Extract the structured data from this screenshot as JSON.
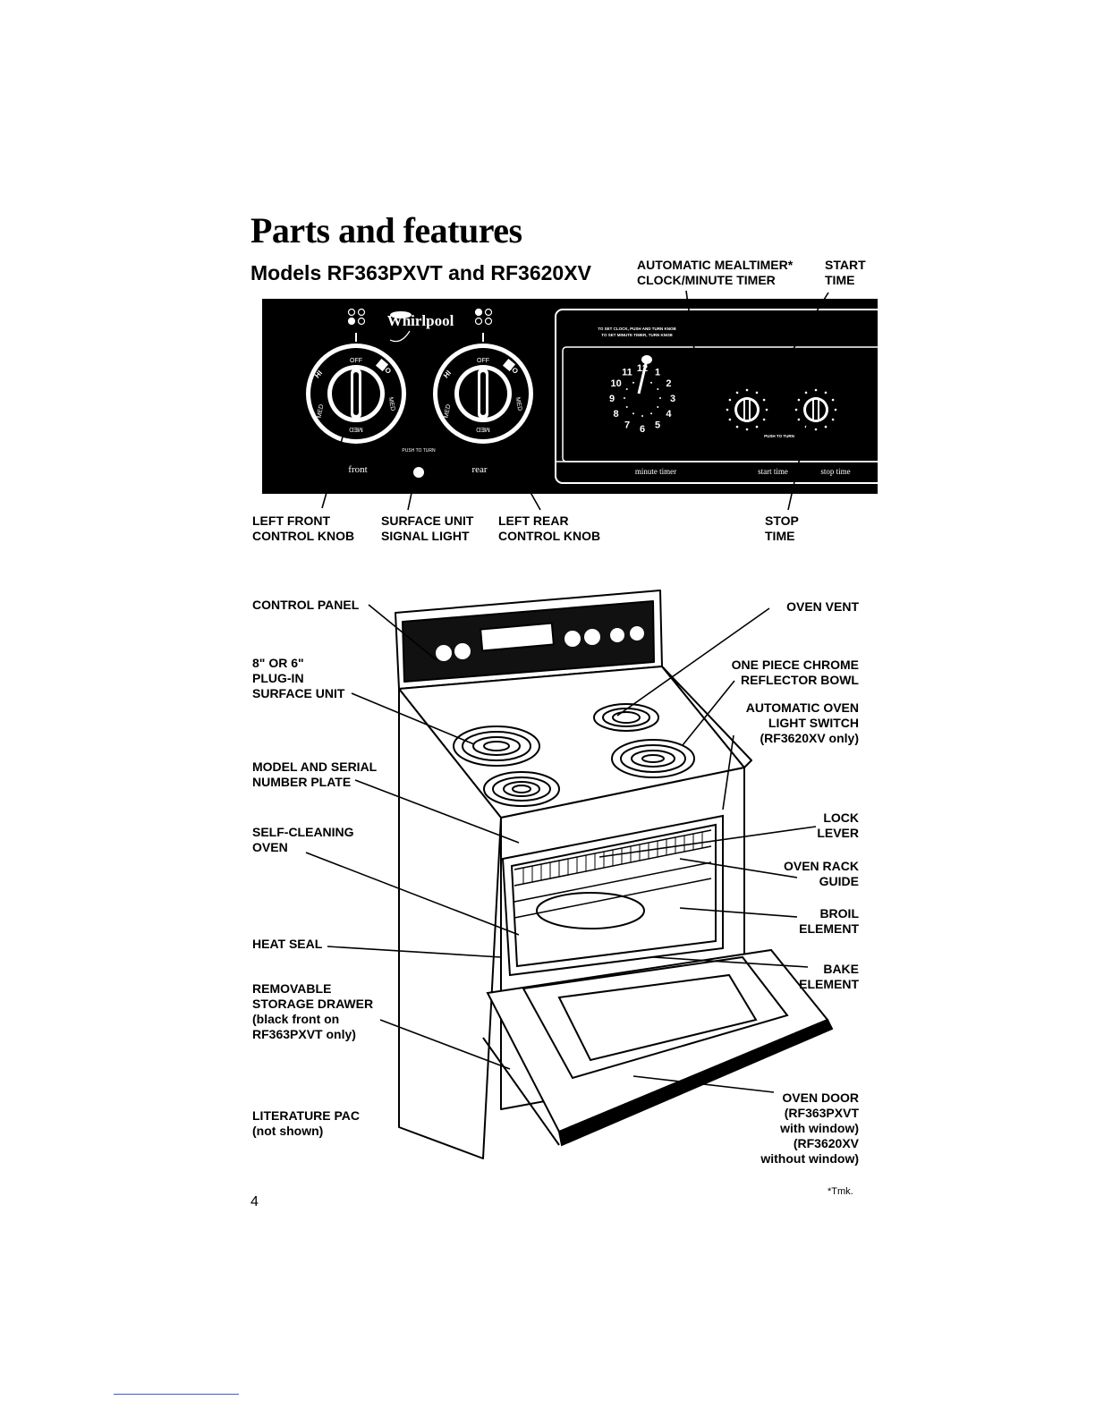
{
  "page": {
    "title": "Parts and features",
    "subtitle": "Models RF363PXVT and RF3620XV",
    "page_number": "4",
    "trademark_note": "*Tmk."
  },
  "panel_callouts": {
    "mealtimer": [
      "AUTOMATIC MEALTIMER*",
      "CLOCK/MINUTE TIMER"
    ],
    "start_time": [
      "START",
      "TIME"
    ],
    "left_front": [
      "LEFT FRONT",
      "CONTROL KNOB"
    ],
    "signal_light": [
      "SURFACE UNIT",
      "SIGNAL LIGHT"
    ],
    "left_rear": [
      "LEFT REAR",
      "CONTROL KNOB"
    ],
    "stop_time": [
      "STOP",
      "TIME"
    ]
  },
  "panel_text": {
    "brand": "Whirlpool",
    "knob_off": "OFF",
    "knob_hi": "HI",
    "knob_med": "MED",
    "knob_lo": "LO",
    "push_to_turn": "PUSH TO TURN",
    "front": "front",
    "rear": "rear",
    "instruction_1": "TO SET CLOCK, PUSH AND TURN KNOB",
    "instruction_2": "TO SET MINUTE TIMER, TURN KNOB",
    "minute_timer": "minute timer",
    "start_time": "start time",
    "stop_time": "stop time",
    "clock_numbers": [
      "11",
      "12",
      "1",
      "2",
      "3",
      "4",
      "5",
      "6",
      "7",
      "8",
      "9",
      "10"
    ]
  },
  "range_callouts": {
    "control_panel": [
      "CONTROL PANEL"
    ],
    "surface_unit": [
      "8\" OR 6\"",
      "PLUG-IN",
      "SURFACE UNIT"
    ],
    "model_plate": [
      "MODEL AND SERIAL",
      "NUMBER PLATE"
    ],
    "self_cleaning": [
      "SELF-CLEANING",
      "OVEN"
    ],
    "heat_seal": [
      "HEAT SEAL"
    ],
    "storage_drawer": [
      "REMOVABLE",
      "STORAGE DRAWER",
      "(black front on",
      "RF363PXVT only)"
    ],
    "literature": [
      "LITERATURE PAC",
      "(not shown)"
    ],
    "oven_vent": [
      "OVEN VENT"
    ],
    "reflector_bowl": [
      "ONE PIECE CHROME",
      "REFLECTOR BOWL"
    ],
    "light_switch": [
      "AUTOMATIC OVEN",
      "LIGHT SWITCH",
      "(RF3620XV only)"
    ],
    "lock_lever": [
      "LOCK",
      "LEVER"
    ],
    "rack_guide": [
      "OVEN RACK",
      "GUIDE"
    ],
    "broil": [
      "BROIL",
      "ELEMENT"
    ],
    "bake": [
      "BAKE",
      "ELEMENT"
    ],
    "oven_door": [
      "OVEN DOOR",
      "(RF363PXVT",
      "with window)",
      "(RF3620XV",
      "without window)"
    ]
  }
}
